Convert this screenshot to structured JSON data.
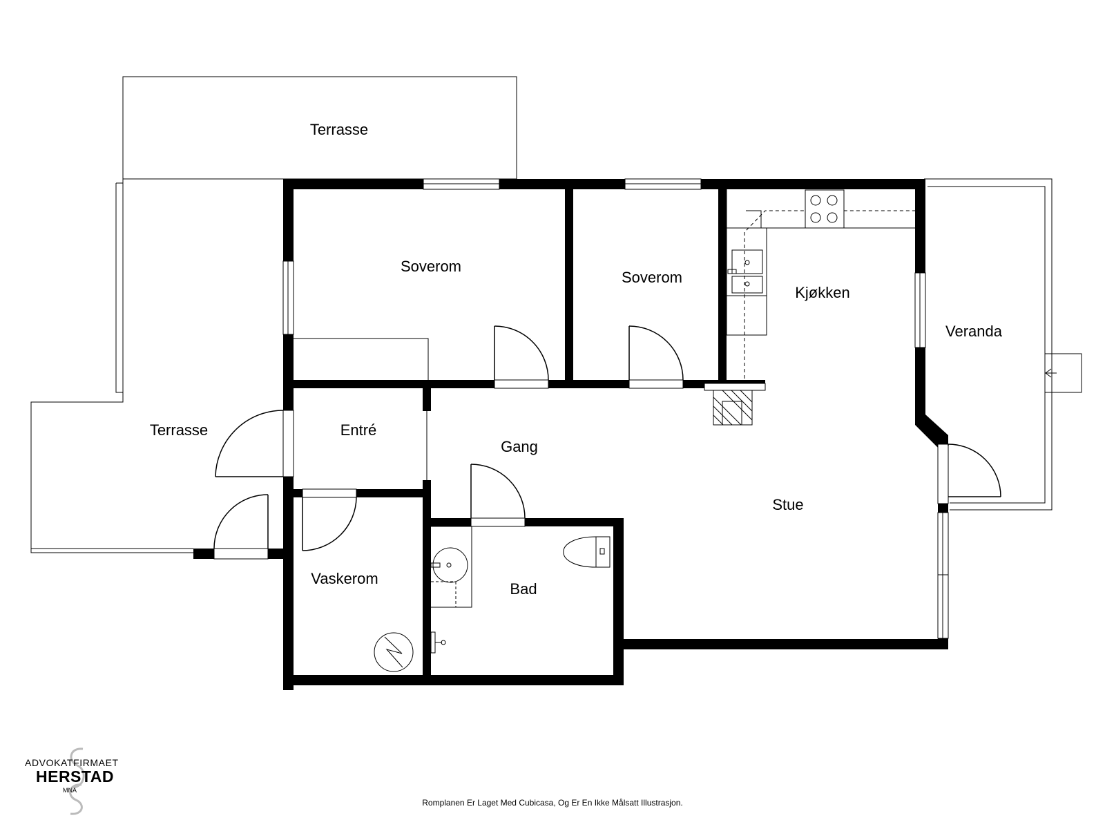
{
  "rooms": {
    "terrasse_top": "Terrasse",
    "terrasse_left": "Terrasse",
    "soverom_1": "Soverom",
    "soverom_2": "Soverom",
    "kjokken": "Kjøkken",
    "veranda": "Veranda",
    "entre": "Entré",
    "gang": "Gang",
    "stue": "Stue",
    "vaskerom": "Vaskerom",
    "bad": "Bad"
  },
  "footer": {
    "disclaimer": "Romplanen Er Laget Med Cubicasa, Og Er En Ikke Målsatt Illustrasjon."
  },
  "logo": {
    "line1": "ADVOKATFIRMAET",
    "line2": "HERSTAD",
    "line3": "MNA"
  },
  "colors": {
    "wall": "#000000",
    "background": "#ffffff"
  }
}
